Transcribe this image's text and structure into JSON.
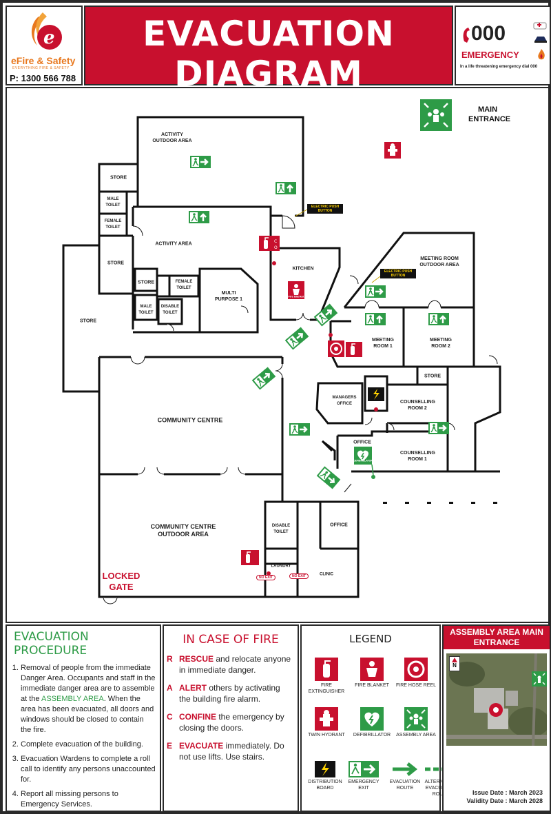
{
  "header": {
    "title": "EVACUATION DIAGRAM",
    "subtitle": "EVELYN GRIBBLE COMMUNITY CENTRE - 140 NINTH ROAD, BROOKDALE WA 6112",
    "brand_name": "eFire & Safety",
    "brand_tagline": "EVERYTHING FIRE & SAFETY",
    "phone": "P: 1300 566 788",
    "emergency_number": "000",
    "emergency_label": "EMERGENCY",
    "emergency_note": "In a life threatening emergency dial 000"
  },
  "plan": {
    "main_entrance": "MAIN ENTRANCE",
    "locked_gate": "LOCKED GATE",
    "electric_push_button": "ELECTRIC PUSH BUTTON",
    "no_exit": "NO EXIT",
    "fire_blanket": "Fire Blanket",
    "defibrillator_tag": "DEFIBRILLATOR",
    "rooms": {
      "activity_outdoor": "ACTIVITY OUTDOOR AREA",
      "store_top": "STORE",
      "male_toilet_1": "MALE TOILET",
      "female_toilet_1": "FEMALE TOILET",
      "activity_area": "ACTIVITY AREA",
      "store_left": "STORE",
      "store_mid": "STORE",
      "female_toilet_2": "FEMALE TOILET",
      "male_toilet_2": "MALE TOILET",
      "disable_toilet_1": "DISABLE TOILET",
      "multi_purpose": "MULTI PURPOSE 1",
      "store_west": "STORE",
      "kitchen": "KITCHEN",
      "meeting_outdoor": "MEETING ROOM OUTDOOR AREA",
      "meeting_1": "MEETING ROOM 1",
      "meeting_2": "MEETING ROOM 2",
      "store_east": "STORE",
      "managers_office": "MANAGERS OFFICE",
      "counselling_2": "COUNSELLING ROOM 2",
      "office": "OFFICE",
      "counselling_1": "COUNSELLING ROOM 1",
      "community_centre": "COMMUNITY CENTRE",
      "community_outdoor": "COMMUNITY CENTRE OUTDOOR AREA",
      "disable_toilet_2": "DISABLE TOILET",
      "office_south": "OFFICE",
      "laundry": "LAUNDRY",
      "clinic": "CLINIC"
    }
  },
  "procedure": {
    "title": "EVACUATION PROCEDURE",
    "step1_a": "Removal of people from the immediate Danger Area. Occupants and staff in the immediate danger area are to assemble at the ",
    "step1_highlight": "ASSEMBLY AREA",
    "step1_b": ". When the area has been evacuated, all doors and windows should be closed to contain the fire.",
    "step2": "Complete evacuation of the building.",
    "step3": "Evacuation Wardens to complete a roll call to identify any persons unaccounted for.",
    "step4": "Report all missing persons to Emergency Services."
  },
  "fire": {
    "title": "IN CASE OF FIRE",
    "items": [
      {
        "letter": "R",
        "keyword": "RESCUE",
        "text": " and relocate anyone in immediate danger."
      },
      {
        "letter": "A",
        "keyword": "ALERT",
        "text": " others by activating the building fire alarm."
      },
      {
        "letter": "C",
        "keyword": "CONFINE",
        "text": " the emergency by closing the doors."
      },
      {
        "letter": "E",
        "keyword": "EVACUATE",
        "text": " immediately. Do not use lifts. Use stairs."
      }
    ]
  },
  "legend": {
    "title": "LEGEND",
    "fire_extinguisher": "FIRE EXTINGUISHER",
    "fire_blanket": "FIRE BLANKET",
    "fire_hose_reel": "FIRE HOSE REEL",
    "twin_hydrant": "TWIN HYDRANT",
    "defibrillator": "DEFIBRILLATOR",
    "assembly_area": "ASSEMBLY AREA",
    "distribution_board": "DISTRIBUTION BOARD",
    "emergency_exit": "EMERGENCY EXIT",
    "evacuation_route": "EVACUATION ROUTE",
    "alternative_route": "ALTERNATIVE EVACUATION ROUTE"
  },
  "assembly": {
    "title": "ASSEMBLY AREA MAIN ENTRANCE",
    "north": "N"
  },
  "dates": {
    "issue": "Issue Date : March 2023",
    "validity": "Validity Date : March 2028"
  },
  "colors": {
    "red": "#c8102e",
    "green": "#2e9b47",
    "wall": "#111111"
  }
}
